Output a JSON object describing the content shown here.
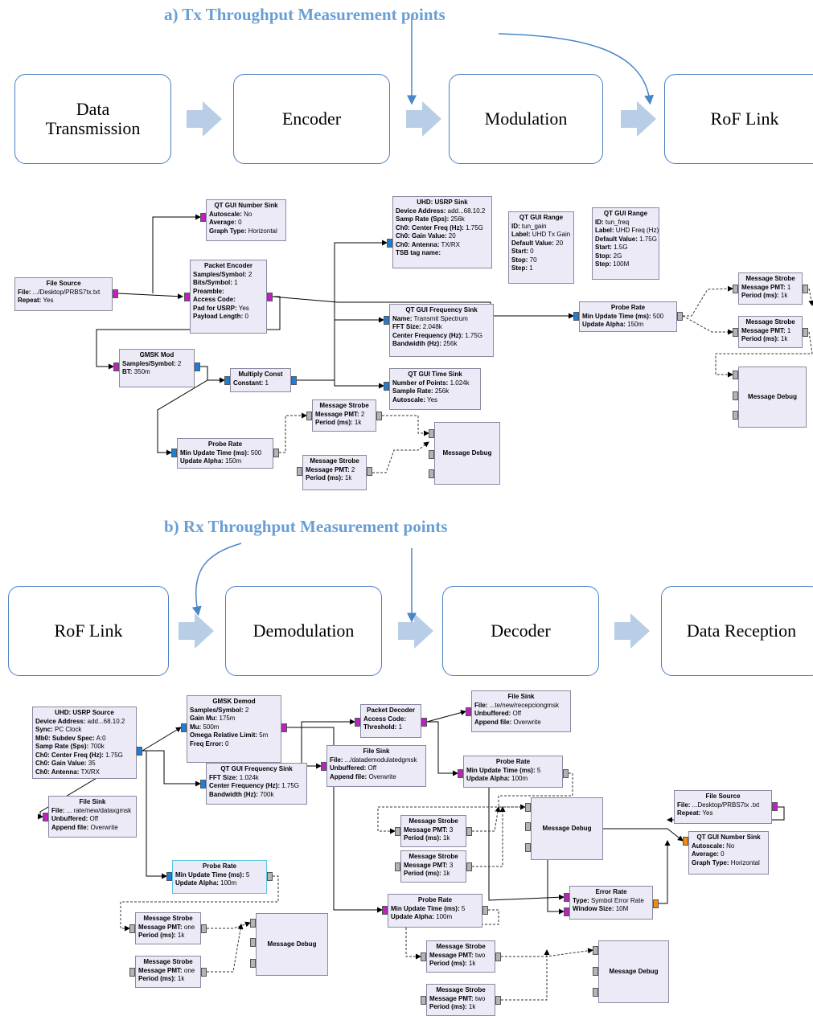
{
  "sections": {
    "tx_title": "a) Tx Throughput Measurement points",
    "rx_title": "b) Rx Throughput Measurement points"
  },
  "tx_stages": [
    {
      "label": "Data\nTransmission"
    },
    {
      "label": "Encoder"
    },
    {
      "label": "Modulation"
    },
    {
      "label": "RoF Link"
    }
  ],
  "rx_stages": [
    {
      "label": "RoF Link"
    },
    {
      "label": "Demodulation"
    },
    {
      "label": "Decoder"
    },
    {
      "label": "Data Reception"
    }
  ],
  "tx_blocks": {
    "file_source": {
      "title": "File Source",
      "lines": [
        [
          "File:",
          " .../Desktop/PRBS7tx.txt"
        ],
        [
          "Repeat:",
          " Yes"
        ]
      ]
    },
    "number_sink": {
      "title": "QT GUI Number Sink",
      "lines": [
        [
          "Autoscale:",
          " No"
        ],
        [
          "Average:",
          " 0"
        ],
        [
          "Graph Type:",
          " Horizontal"
        ]
      ]
    },
    "packet_encoder": {
      "title": "Packet Encoder",
      "lines": [
        [
          "Samples/Symbol:",
          " 2"
        ],
        [
          "Bits/Symbol:",
          " 1"
        ],
        [
          "Preamble:",
          ""
        ],
        [
          "Access Code:",
          ""
        ],
        [
          "Pad for USRP:",
          " Yes"
        ],
        [
          "Payload Length:",
          " 0"
        ]
      ]
    },
    "usrp_sink": {
      "title": "UHD: USRP Sink",
      "lines": [
        [
          "Device Address:",
          " add...68.10.2"
        ],
        [
          "Samp Rate (Sps):",
          " 256k"
        ],
        [
          "Ch0: Center Freq (Hz):",
          " 1.75G"
        ],
        [
          "Ch0: Gain Value:",
          " 20"
        ],
        [
          "Ch0: Antenna:",
          " TX/RX"
        ],
        [
          "TSB tag name:",
          ""
        ]
      ]
    },
    "range_gain": {
      "title": "QT GUI Range",
      "lines": [
        [
          "ID:",
          " tun_gain"
        ],
        [
          "Label:",
          " UHD Tx Gain"
        ],
        [
          "Default Value:",
          " 20"
        ],
        [
          "Start:",
          " 0"
        ],
        [
          "Stop:",
          " 70"
        ],
        [
          "Step:",
          " 1"
        ]
      ]
    },
    "range_freq": {
      "title": "QT GUI Range",
      "lines": [
        [
          "ID:",
          " tun_freq"
        ],
        [
          "Label:",
          " UHD Freq (Hz)"
        ],
        [
          "Default Value:",
          " 1.75G"
        ],
        [
          "Start:",
          " 1.5G"
        ],
        [
          "Stop:",
          " 2G"
        ],
        [
          "Step:",
          " 100M"
        ]
      ]
    },
    "gmsk_mod": {
      "title": "GMSK Mod",
      "lines": [
        [
          "Samples/Symbol:",
          " 2"
        ],
        [
          "BT:",
          " 350m"
        ]
      ]
    },
    "multiply_const": {
      "title": "Multiply Const",
      "lines": [
        [
          "Constant:",
          " 1"
        ]
      ]
    },
    "freq_sink": {
      "title": "QT GUI Frequency Sink",
      "lines": [
        [
          "Name:",
          " Transmit Spectrum"
        ],
        [
          "FFT Size:",
          " 2.048k"
        ],
        [
          "Center Frequency (Hz):",
          " 1.75G"
        ],
        [
          "Bandwidth (Hz):",
          " 256k"
        ]
      ]
    },
    "time_sink": {
      "title": "QT GUI Time Sink",
      "lines": [
        [
          "Number of Points:",
          " 1.024k"
        ],
        [
          "Sample Rate:",
          " 256k"
        ],
        [
          "Autoscale:",
          " Yes"
        ]
      ]
    },
    "probe_rate_right": {
      "title": "Probe Rate",
      "lines": [
        [
          "Min Update Time (ms):",
          " 500"
        ],
        [
          "Update Alpha:",
          " 150m"
        ]
      ]
    },
    "strobe_r1": {
      "title": "Message Strobe",
      "lines": [
        [
          "Message PMT:",
          " 1"
        ],
        [
          "Period (ms):",
          " 1k"
        ]
      ]
    },
    "strobe_r2": {
      "title": "Message Strobe",
      "lines": [
        [
          "Message PMT:",
          " 1"
        ],
        [
          "Period (ms):",
          " 1k"
        ]
      ]
    },
    "debug_r": {
      "title": "Message Debug"
    },
    "probe_rate_left": {
      "title": "Probe Rate",
      "lines": [
        [
          "Min Update Time (ms):",
          " 500"
        ],
        [
          "Update Alpha:",
          " 150m"
        ]
      ]
    },
    "strobe_c1": {
      "title": "Message Strobe",
      "lines": [
        [
          "Message PMT:",
          " 2"
        ],
        [
          "Period (ms):",
          " 1k"
        ]
      ]
    },
    "strobe_c2": {
      "title": "Message Strobe",
      "lines": [
        [
          "Message PMT:",
          " 2"
        ],
        [
          "Period (ms):",
          " 1k"
        ]
      ]
    },
    "debug_c": {
      "title": "Message Debug"
    }
  },
  "rx_blocks": {
    "usrp_source": {
      "title": "UHD: USRP Source",
      "lines": [
        [
          "Device Address:",
          " add...68.10.2"
        ],
        [
          "Sync:",
          " PC Clock"
        ],
        [
          "Mb0: Subdev Spec:",
          " A:0"
        ],
        [
          "Samp Rate (Sps):",
          " 700k"
        ],
        [
          "Ch0: Center Freq (Hz):",
          " 1.75G"
        ],
        [
          "Ch0: Gain Value:",
          " 35"
        ],
        [
          "Ch0: Antenna:",
          " TX/RX"
        ]
      ]
    },
    "gmsk_demod": {
      "title": "GMSK Demod",
      "lines": [
        [
          "Samples/Symbol:",
          " 2"
        ],
        [
          "Gain Mu:",
          " 175m"
        ],
        [
          "Mu:",
          " 500m"
        ],
        [
          "Omega Relative Limit:",
          " 5m"
        ],
        [
          "Freq Error:",
          " 0"
        ]
      ]
    },
    "packet_decoder": {
      "title": "Packet Decoder",
      "lines": [
        [
          "Access Code:",
          ""
        ],
        [
          "Threshold:",
          " 1"
        ]
      ]
    },
    "file_sink_top": {
      "title": "File Sink",
      "lines": [
        [
          "File:",
          " ...te/new/recepciongmsk"
        ],
        [
          "Unbuffered:",
          " Off"
        ],
        [
          "Append file:",
          " Overwrite"
        ]
      ]
    },
    "file_sink_mid": {
      "title": "File Sink",
      "lines": [
        [
          "File:",
          " .../datademodulatedgmsk"
        ],
        [
          "Unbuffered:",
          " Off"
        ],
        [
          "Append file:",
          " Overwrite"
        ]
      ]
    },
    "file_sink_left": {
      "title": "File Sink",
      "lines": [
        [
          "File:",
          " ... rate/new/dataxgmsk"
        ],
        [
          "Unbuffered:",
          " Off"
        ],
        [
          "Append file:",
          " Overwrite"
        ]
      ]
    },
    "freq_sink": {
      "title": "QT GUI Frequency Sink",
      "lines": [
        [
          "FFT Size:",
          " 1.024k"
        ],
        [
          "Center Frequency (Hz):",
          " 1.75G"
        ],
        [
          "Bandwidth (Hz):",
          " 700k"
        ]
      ]
    },
    "probe_rate_a": {
      "title": "Probe Rate",
      "lines": [
        [
          "Min Update Time (ms):",
          " 5"
        ],
        [
          "Update Alpha:",
          " 100m"
        ]
      ]
    },
    "probe_rate_b": {
      "title": "Probe Rate",
      "lines": [
        [
          "Min Update Time (ms):",
          " 5"
        ],
        [
          "Update Alpha:",
          " 100m"
        ]
      ]
    },
    "probe_rate_c": {
      "title": "Probe Rate",
      "lines": [
        [
          "Min Update Time (ms):",
          " 5"
        ],
        [
          "Update Alpha:",
          " 100m"
        ]
      ]
    },
    "debug_mid": {
      "title": "Message Debug"
    },
    "strobe_m1": {
      "title": "Message Strobe",
      "lines": [
        [
          "Message PMT:",
          " 3"
        ],
        [
          "Period (ms):",
          " 1k"
        ]
      ]
    },
    "strobe_m2": {
      "title": "Message Strobe",
      "lines": [
        [
          "Message PMT:",
          " 3"
        ],
        [
          "Period (ms):",
          " 1k"
        ]
      ]
    },
    "file_source": {
      "title": "File Source",
      "lines": [
        [
          "File:",
          " ...Desktop/PRBS7tx .txt"
        ],
        [
          "Repeat:",
          " Yes"
        ]
      ]
    },
    "number_sink": {
      "title": "QT GUI Number Sink",
      "lines": [
        [
          "Autoscale:",
          " No"
        ],
        [
          "Average:",
          " 0"
        ],
        [
          "Graph Type:",
          " Horizontal"
        ]
      ]
    },
    "error_rate": {
      "title": "Error Rate",
      "lines": [
        [
          "Type:",
          " Symbol Error Rate"
        ],
        [
          "Window Size:",
          " 10M"
        ]
      ]
    },
    "strobe_l1": {
      "title": "Message Strobe",
      "lines": [
        [
          "Message PMT:",
          " one"
        ],
        [
          "Period (ms):",
          " 1k"
        ]
      ]
    },
    "strobe_l2": {
      "title": "Message Strobe",
      "lines": [
        [
          "Message PMT:",
          " one"
        ],
        [
          "Period (ms):",
          " 1k"
        ]
      ]
    },
    "debug_l": {
      "title": "Message Debug"
    },
    "strobe_b1": {
      "title": "Message Strobe",
      "lines": [
        [
          "Message PMT:",
          " two"
        ],
        [
          "Period (ms):",
          " 1k"
        ]
      ]
    },
    "strobe_b2": {
      "title": "Message Strobe",
      "lines": [
        [
          "Message PMT:",
          " two"
        ],
        [
          "Period (ms):",
          " 1k"
        ]
      ]
    },
    "debug_b": {
      "title": "Message Debug"
    }
  }
}
